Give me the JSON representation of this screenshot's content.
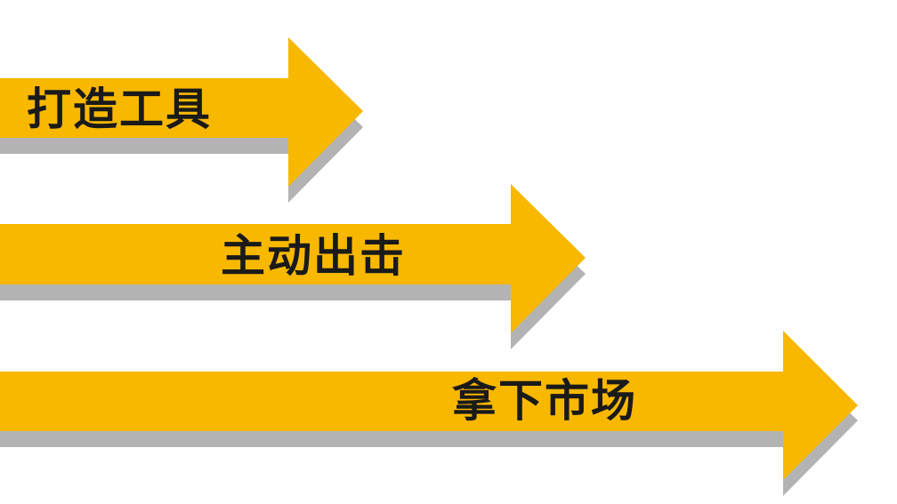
{
  "colors": {
    "arrow": "#F8B800",
    "shadow": "#B3B3B3",
    "text": "#1A1A1A",
    "background": "#FFFFFF"
  },
  "arrows": [
    {
      "label": "打造工具"
    },
    {
      "label": "主动出击"
    },
    {
      "label": "拿下市场"
    }
  ]
}
